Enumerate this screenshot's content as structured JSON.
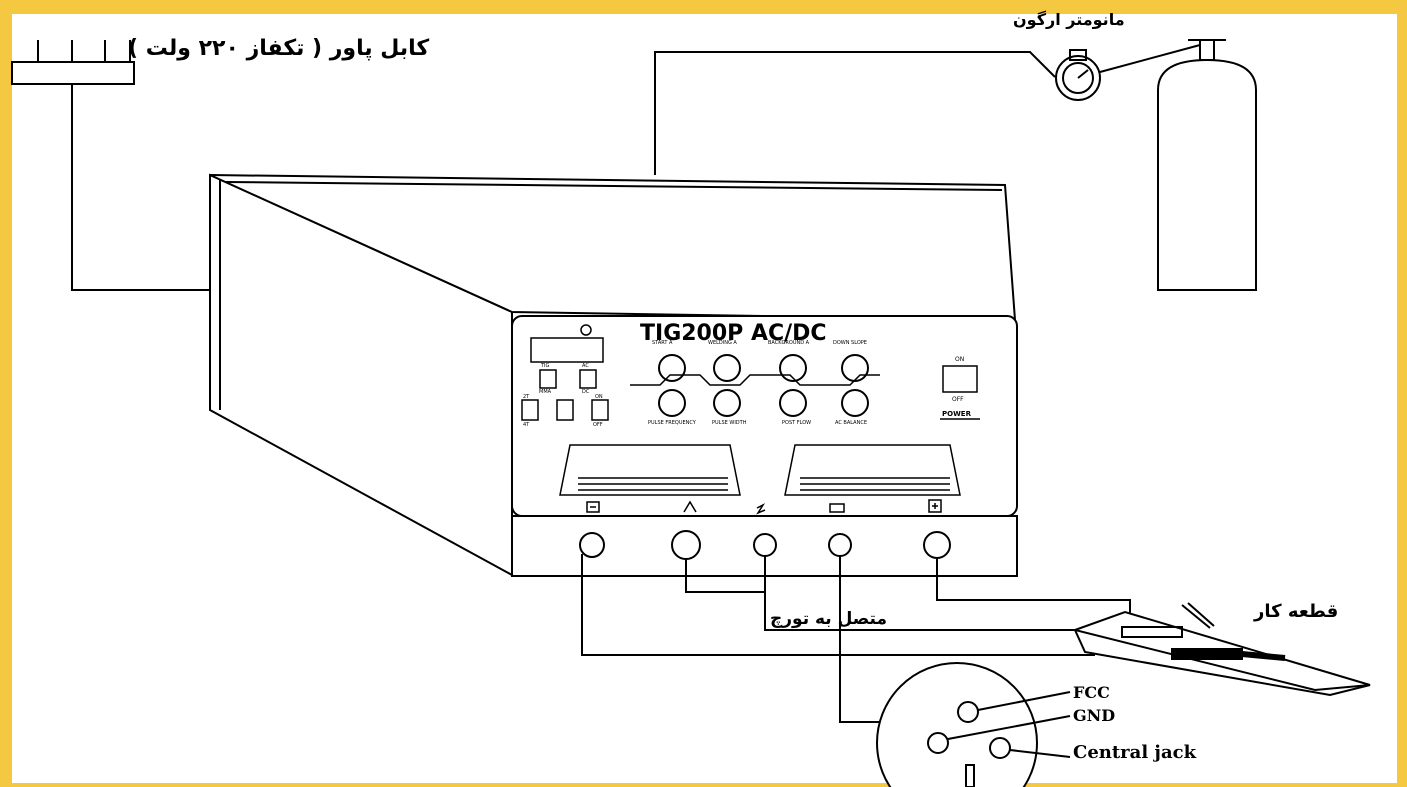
{
  "labels": {
    "power_cable": "کابل پاور ( تکفاز ۲۲۰ ولت )",
    "argon_gauge": "مانومتر ارگون",
    "torch_connection": "متصل به تورچ",
    "workpiece": "قطعه کار"
  },
  "panel": {
    "model": "TIG200P AC/DC",
    "knobs_top": [
      "START A",
      "WELDING A",
      "BACKGROUND A",
      "DOWN SLOPE"
    ],
    "knobs_bottom": [
      "PULSE FREQUENCY",
      "PULSE WIDTH",
      "POST FLOW",
      "AC BALANCE"
    ],
    "switch_on": "ON",
    "switch_off": "OFF",
    "power": "POWER",
    "btn_labels": [
      "TIG",
      "AC",
      "MMA",
      "DC",
      "2T",
      "4T",
      "ON",
      "OFF"
    ]
  },
  "connector": {
    "pin1": "FCC",
    "pin2": "GND",
    "pin3": "Central jack"
  },
  "colors": {
    "frame": "#f5c842",
    "line": "#000000"
  }
}
